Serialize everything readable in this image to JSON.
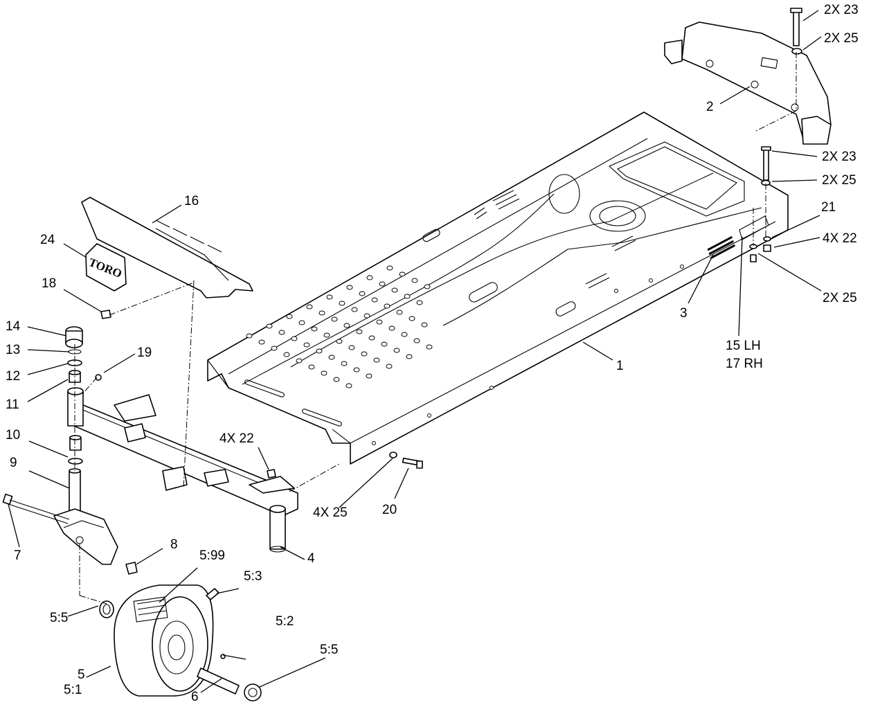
{
  "callouts": {
    "c1": "1",
    "c2": "2",
    "c3": "3",
    "c4": "4",
    "c5": "5",
    "c5_1": "5:1",
    "c5_2": "5:2",
    "c5_3": "5:3",
    "c5_5a": "5:5",
    "c5_5b": "5:5",
    "c5_99": "5:99",
    "c6": "6",
    "c7": "7",
    "c8": "8",
    "c9": "9",
    "c10": "10",
    "c11": "11",
    "c12": "12",
    "c13": "13",
    "c14": "14",
    "c15": "15  LH",
    "c17": "17  RH",
    "c16": "16",
    "c18": "18",
    "c19": "19",
    "c20": "20",
    "c21": "21",
    "c24": "24",
    "c2x23a": "2X  23",
    "c2x25a": "2X  25",
    "c2x23b": "2X  23",
    "c2x25b": "2X  25",
    "c4x22a": "4X  22",
    "c2x25c": "2X  25",
    "c4x22b": "4X  22",
    "c4x25": "4X 25"
  },
  "logo_text": "TORO"
}
